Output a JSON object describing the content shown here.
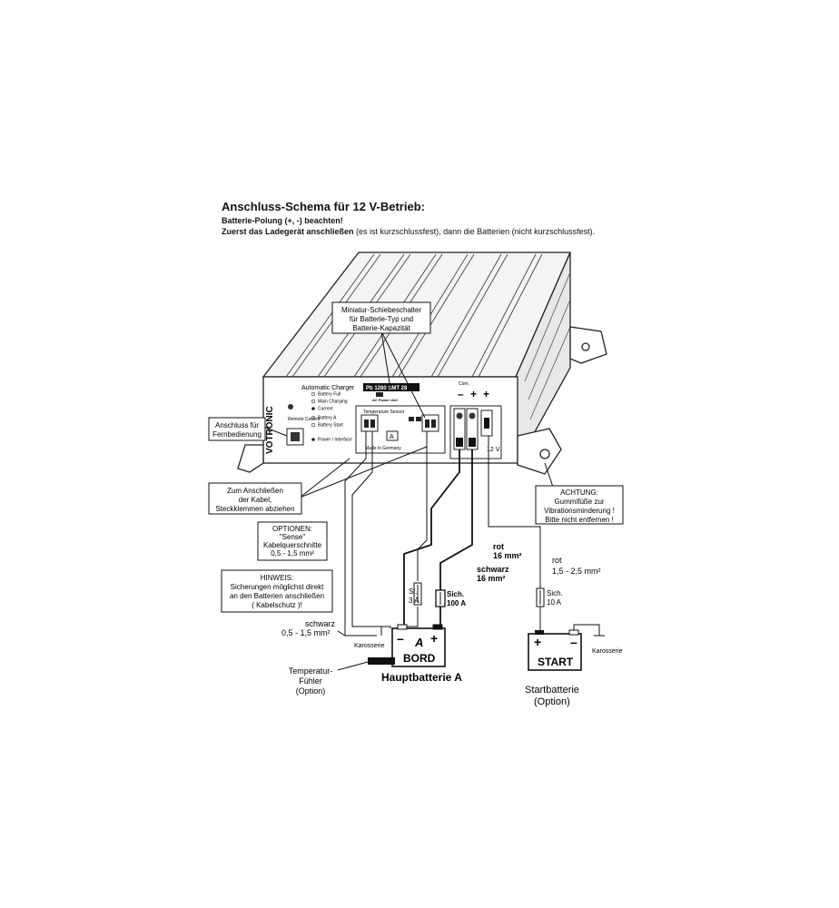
{
  "header": {
    "title": "Anschluss-Schema für 12 V-Betrieb:",
    "line1": "Batterie-Polung (+, -) beachten!",
    "line2_bold": "Zuerst das Ladegerät anschließen",
    "line2_rest": " (es ist kurzschlussfest), dann die Batterien (nicht kurzschlussfest)."
  },
  "device": {
    "brand": "VOTRONIC",
    "panel_title": "Automatic Charger",
    "model": "Pb 1280 SMT 28",
    "ac_power": "AC Power Unit",
    "leds": [
      "Battery Full",
      "Main Charging",
      "Current",
      "Battery A",
      "Battery Start",
      "Power / Interface"
    ],
    "remote_label": "Remote Control",
    "sense_label": "Temperature Sensor",
    "made_in": "Made in Germany",
    "terminal_a": "A",
    "term_12v": "12 V",
    "term_minus": "–",
    "term_plus": "+",
    "term_plus2": "+",
    "term_com": "Com."
  },
  "callouts": {
    "switch": [
      "Miniatur-Schiebeschalter",
      "für Batterie-Typ und",
      "Batterie-Kapazität"
    ],
    "remote": [
      "Anschluss für",
      "Fernbedienung"
    ],
    "clamps": [
      "Zum Anschließen",
      "der Kabel,",
      "Steckklemmen abziehen"
    ],
    "options": [
      "OPTIONEN:",
      "\"Sense\"",
      "Kabelquerschnitte",
      "0,5 - 1,5 mm²"
    ],
    "hint": [
      "HINWEIS:",
      "Sicherungen möglichst direkt",
      "an den Batterien anschließen",
      "( Kabelschutz )!"
    ],
    "warning": [
      "ACHTUNG:",
      "Gummifüße zur",
      "Vibrationsminderung !",
      "Bitte nicht entfernen !"
    ]
  },
  "cables": {
    "red_main": [
      "rot",
      "16 mm²"
    ],
    "black_main": [
      "schwarz",
      "16 mm²"
    ],
    "red_start": [
      "rot",
      "1,5 - 2,5 mm²"
    ],
    "black_sense": [
      "schwarz",
      "0,5 - 1,5 mm²"
    ],
    "fuse_small": [
      "Si.",
      "3 A"
    ],
    "fuse_main": [
      "Sich.",
      "100 A"
    ],
    "fuse_start": [
      "Sich.",
      "10 A"
    ]
  },
  "batteries": {
    "board_name": "BORD",
    "board_letter": "A",
    "board_caption": "Hauptbatterie A",
    "start_name": "START",
    "start_caption": [
      "Startbatterie",
      "(Option)"
    ],
    "ground": "Karosserie",
    "ground2": "Karosserie",
    "minus": "–",
    "plus": "+"
  },
  "sensor": [
    "Temperatur-",
    "Fühler",
    "(Option)"
  ]
}
